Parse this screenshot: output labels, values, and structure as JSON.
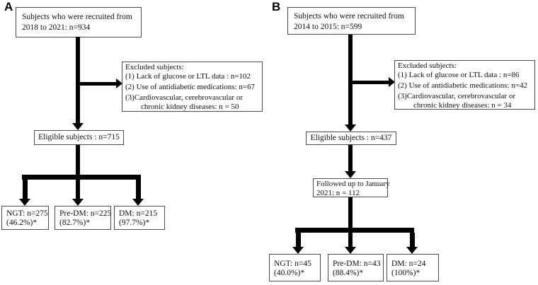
{
  "panels": {
    "a": {
      "label": "A",
      "recruit": {
        "line1": "Subjects who were recruited from",
        "line2": "2018 to 2021: n=934"
      },
      "excluded": {
        "title": "Excluded subjects:",
        "item1": "(1) Lack of glucose or LTL data : n=102",
        "item2": "(2) Use of antidiabetic medications: n=67",
        "item3a": "(3)Cardiovascular, cerebrovascular or",
        "item3b": "chronic kidney diseases: n = 50"
      },
      "eligible": "Eligible subjects : n=715",
      "groups": [
        {
          "line1": "NGT: n=275",
          "line2": "(46.2%)*"
        },
        {
          "line1": "Pre-DM: n=225",
          "line2": "(82.7%)*"
        },
        {
          "line1": "DM: n=215",
          "line2": "(97.7%)*"
        }
      ]
    },
    "b": {
      "label": "B",
      "recruit": {
        "line1": "Subjects who were recruited from",
        "line2": "2014 to 2015: n=599"
      },
      "excluded": {
        "title": "Excluded subjects:",
        "item1": "(1) Lack of glucose or LTL data : n=86",
        "item2": "(2) Use of antidiabetic medications: n=42",
        "item3a": "(3)Cardiovascular, cerebrovascular or",
        "item3b": "chronic kidney diseases: n = 34"
      },
      "eligible": "Eligible subjects : n=437",
      "followed": {
        "line1": "Followed up to January",
        "line2": "2021: n = 112"
      },
      "groups": [
        {
          "line1": "NGT: n=45",
          "line2": "(40.0%)*"
        },
        {
          "line1": "Pre-DM: n=43",
          "line2": "(88.4%)*"
        },
        {
          "line1": "DM: n=24",
          "line2": "(100%)*"
        }
      ]
    }
  },
  "colors": {
    "arrow": "#000000",
    "border": "#4d4d4d",
    "text": "#111111",
    "background": "#ffffff"
  }
}
